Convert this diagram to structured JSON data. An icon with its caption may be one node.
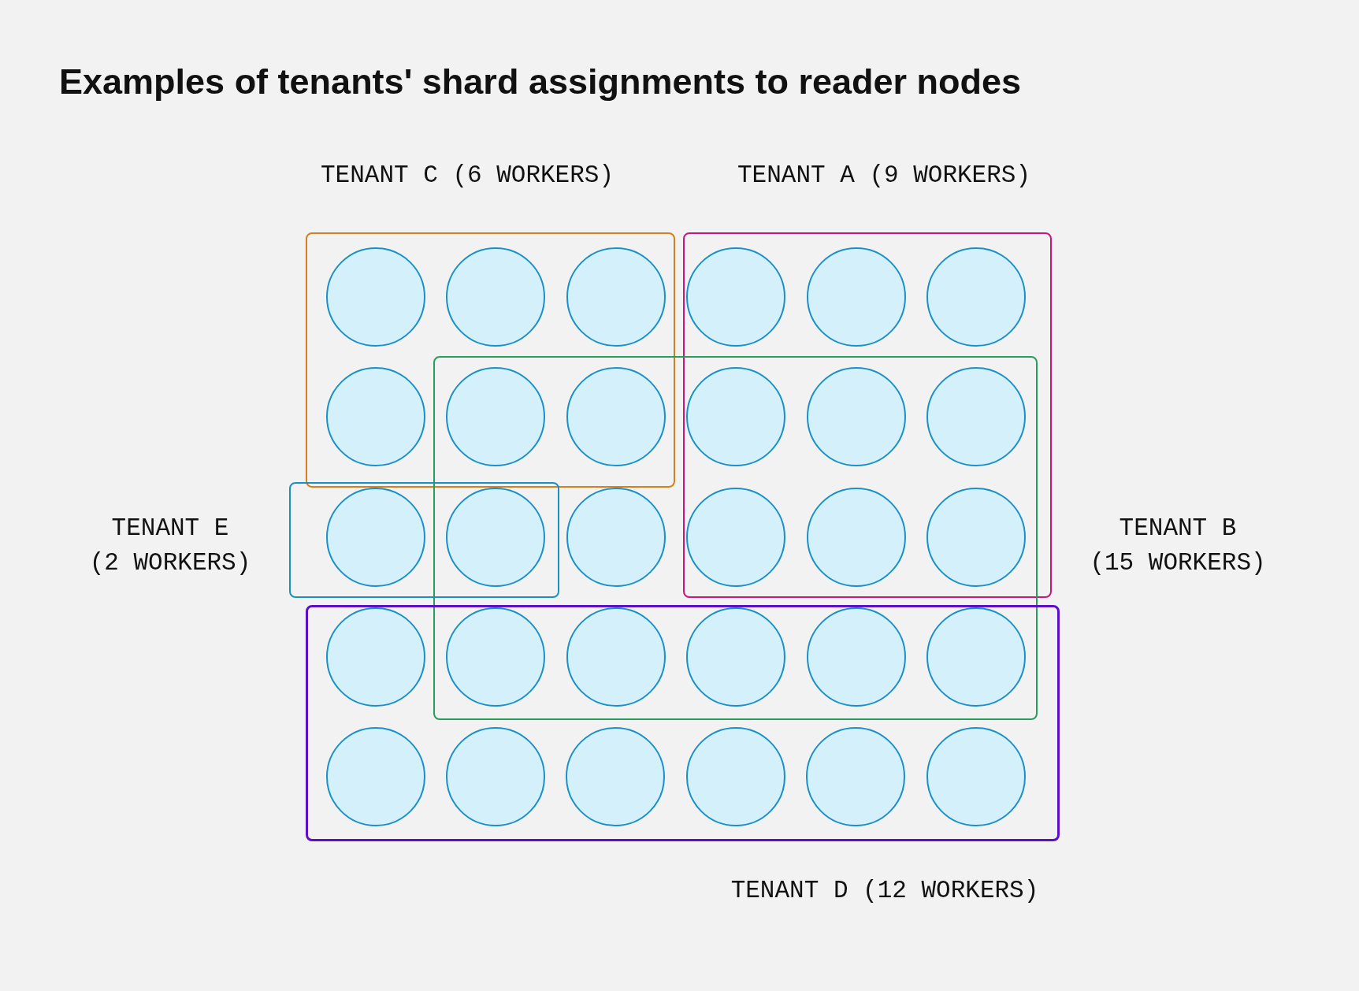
{
  "diagram": {
    "title": "Examples of tenants' shard assignments to reader nodes",
    "nodes": [
      {
        "text": [
          "TENANT C (6 WORKERS)"
        ]
      },
      {
        "text": [
          "TENANT A (9 WORKERS)"
        ]
      },
      {
        "text": [
          "TENANT E (2 WORKERS)"
        ]
      },
      {
        "text": [
          "TENANT B (15 WORKERS)"
        ]
      },
      {
        "text": [
          "TENANT D (12 WORKERS)"
        ]
      },
      {
        "text": [],
        "shape": "circle",
        "in": 0
      },
      {
        "text": [],
        "shape": "circle",
        "in": 0
      },
      {
        "text": [],
        "shape": "circle",
        "in": 0
      },
      {
        "text": [],
        "shape": "circle",
        "in": 1
      },
      {
        "text": [],
        "shape": "circle",
        "in": 1
      },
      {
        "text": [],
        "shape": "circle",
        "in": 1
      },
      {
        "text": [],
        "shape": "circle",
        "in": 0
      },
      {
        "text": [],
        "shape": "circle"
      },
      {
        "text": [],
        "shape": "circle"
      },
      {
        "text": [],
        "shape": "circle"
      },
      {
        "text": [],
        "shape": "circle"
      },
      {
        "text": [],
        "shape": "circle"
      },
      {
        "text": [],
        "shape": "circle",
        "in": 2
      },
      {
        "text": [],
        "shape": "circle"
      },
      {
        "text": [],
        "shape": "circle",
        "in": 3
      },
      {
        "text": [],
        "shape": "circle"
      },
      {
        "text": [],
        "shape": "circle"
      },
      {
        "text": [],
        "shape": "circle"
      },
      {
        "text": [],
        "shape": "circle",
        "in": 4
      },
      {
        "text": [],
        "shape": "circle"
      },
      {
        "text": [],
        "shape": "circle"
      },
      {
        "text": [],
        "shape": "circle"
      },
      {
        "text": [],
        "shape": "circle"
      },
      {
        "text": [],
        "shape": "circle"
      },
      {
        "text": [],
        "shape": "circle",
        "in": 4
      },
      {
        "text": [],
        "shape": "circle",
        "in": 4
      },
      {
        "text": [],
        "shape": "circle",
        "in": 4
      },
      {
        "text": [],
        "shape": "circle",
        "in": 4
      },
      {
        "text": [],
        "shape": "circle",
        "in": 4
      },
      {
        "text": [],
        "shape": "circle",
        "in": 4
      }
    ],
    "edges": []
  }
}
